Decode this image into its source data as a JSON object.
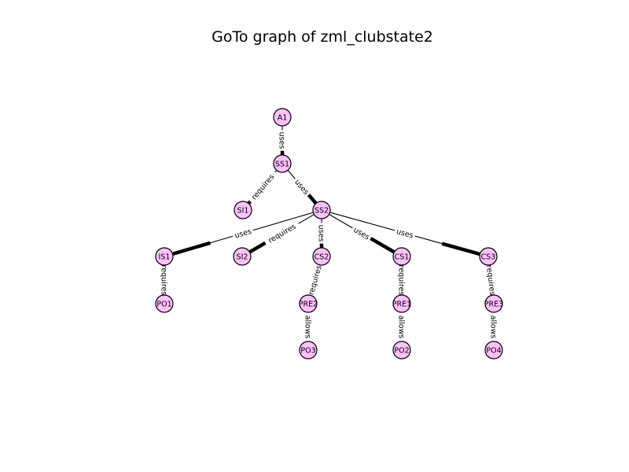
{
  "title": "GoTo graph of zml_clubstate2",
  "colors": {
    "node_fill": "#ffc0ff",
    "stroke": "#000000",
    "background": "#ffffff"
  },
  "nodes": [
    {
      "id": "A1",
      "label": "A1"
    },
    {
      "id": "SS1",
      "label": "SS1"
    },
    {
      "id": "SI1",
      "label": "SI1"
    },
    {
      "id": "SS2",
      "label": "SS2"
    },
    {
      "id": "IS1",
      "label": "IS1"
    },
    {
      "id": "SI2",
      "label": "SI2"
    },
    {
      "id": "CS2",
      "label": "CS2"
    },
    {
      "id": "CS1",
      "label": "CS1"
    },
    {
      "id": "CS3",
      "label": "CS3"
    },
    {
      "id": "PO1",
      "label": "PO1"
    },
    {
      "id": "PRE2",
      "label": "PRE2"
    },
    {
      "id": "PRE1",
      "label": "PRE1"
    },
    {
      "id": "PRE3",
      "label": "PRE3"
    },
    {
      "id": "PO3",
      "label": "PO3"
    },
    {
      "id": "PO2",
      "label": "PO2"
    },
    {
      "id": "PO4",
      "label": "PO4"
    }
  ],
  "edges": [
    {
      "from": "A1",
      "to": "SS1",
      "label": "uses"
    },
    {
      "from": "SS1",
      "to": "SI1",
      "label": "requires"
    },
    {
      "from": "SS1",
      "to": "SS2",
      "label": "uses"
    },
    {
      "from": "SS2",
      "to": "IS1",
      "label": "uses"
    },
    {
      "from": "SS2",
      "to": "SI2",
      "label": "requires"
    },
    {
      "from": "SS2",
      "to": "CS2",
      "label": "uses"
    },
    {
      "from": "SS2",
      "to": "CS1",
      "label": "uses"
    },
    {
      "from": "SS2",
      "to": "CS3",
      "label": "uses"
    },
    {
      "from": "IS1",
      "to": "PO1",
      "label": "requires"
    },
    {
      "from": "CS2",
      "to": "PRE2",
      "label": "requires"
    },
    {
      "from": "CS1",
      "to": "PRE1",
      "label": "requires"
    },
    {
      "from": "CS3",
      "to": "PRE3",
      "label": "requires"
    },
    {
      "from": "PRE2",
      "to": "PO3",
      "label": "allows"
    },
    {
      "from": "PRE1",
      "to": "PO2",
      "label": "allows"
    },
    {
      "from": "PRE3",
      "to": "PO4",
      "label": "allows"
    }
  ]
}
